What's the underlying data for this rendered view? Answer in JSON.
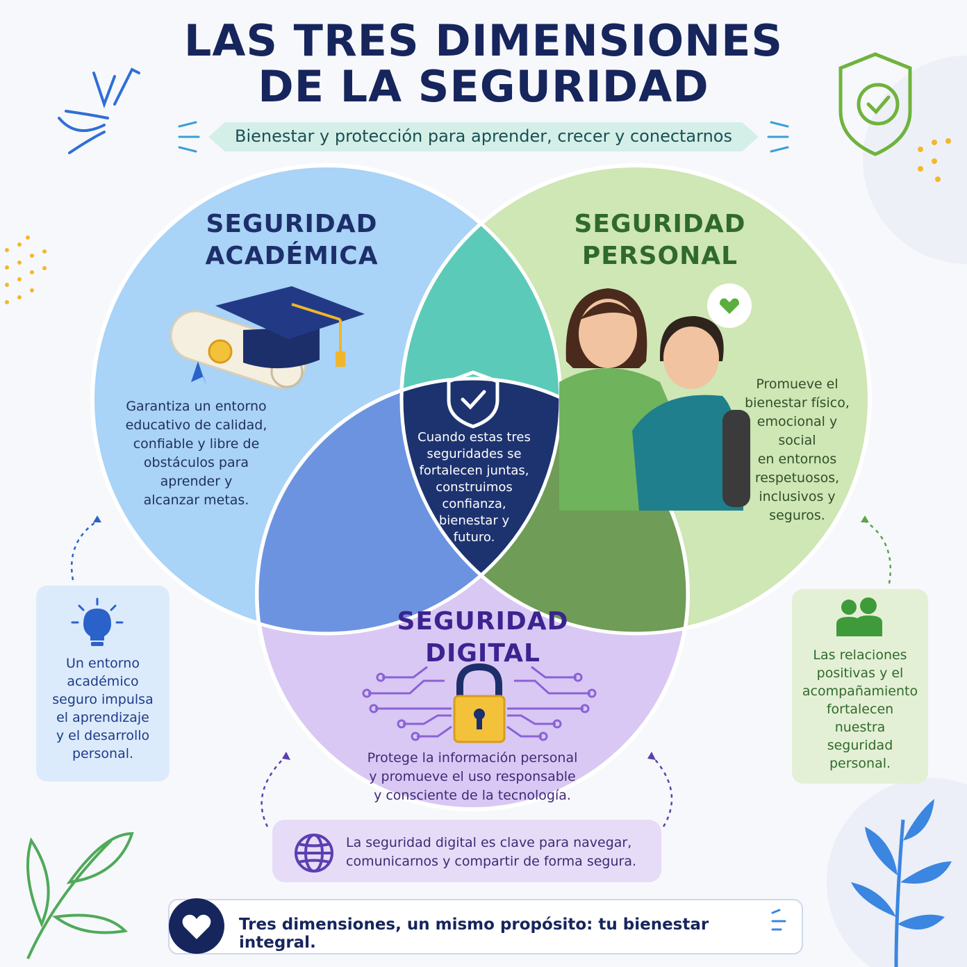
{
  "header": {
    "title_line1": "LAS TRES DIMENSIONES",
    "title_line2": "DE LA SEGURIDAD",
    "subtitle": "Bienestar y protección para aprender, crecer y conectarnos"
  },
  "academic": {
    "title_line1": "SEGURIDAD",
    "title_line2": "ACADÉMICA",
    "description_lines": [
      "Garantiza un entorno",
      "educativo de calidad,",
      "confiable y libre de",
      "obstáculos para",
      "aprender y",
      "alcanzar metas."
    ],
    "side_box_lines": [
      "Un entorno",
      "académico",
      "seguro impulsa",
      "el aprendizaje",
      "y el desarrollo",
      "personal."
    ],
    "icon": "graduation-cap-icon",
    "side_icon": "lightbulb-icon",
    "color": "#a9d3f7"
  },
  "personal": {
    "title_line1": "SEGURIDAD",
    "title_line2": "PERSONAL",
    "description_lines": [
      "Promueve el",
      "bienestar físico,",
      "emocional y social",
      "en entornos",
      "respetuosos,",
      "inclusivos y",
      "seguros."
    ],
    "side_box_lines": [
      "Las relaciones",
      "positivas y el",
      "acompañamiento",
      "fortalecen",
      "nuestra",
      "seguridad",
      "personal."
    ],
    "icon": "mother-and-child-icon",
    "side_icon": "people-icon",
    "color": "#cfe6b5"
  },
  "digital": {
    "title_line1": "SEGURIDAD",
    "title_line2": "DIGITAL",
    "description_lines": [
      "Protege la información personal",
      "y promueve el uso responsable",
      "y consciente de la tecnología."
    ],
    "box_lines": [
      "La seguridad digital es clave para navegar,",
      "comunicarnos y compartir de forma segura."
    ],
    "icon": "padlock-icon",
    "box_icon": "globe-icon",
    "color": "#d9c8f4"
  },
  "center": {
    "text_lines": [
      "Cuando estas tres",
      "seguridades se",
      "fortalecen juntas,",
      "construimos",
      "confianza,",
      "bienestar y",
      "futuro."
    ],
    "icon": "shield-check-icon",
    "color": "#1d3370"
  },
  "closing": {
    "text": "Tres dimensiones, un mismo propósito: tu bienestar integral.",
    "icon": "heart-icon"
  }
}
